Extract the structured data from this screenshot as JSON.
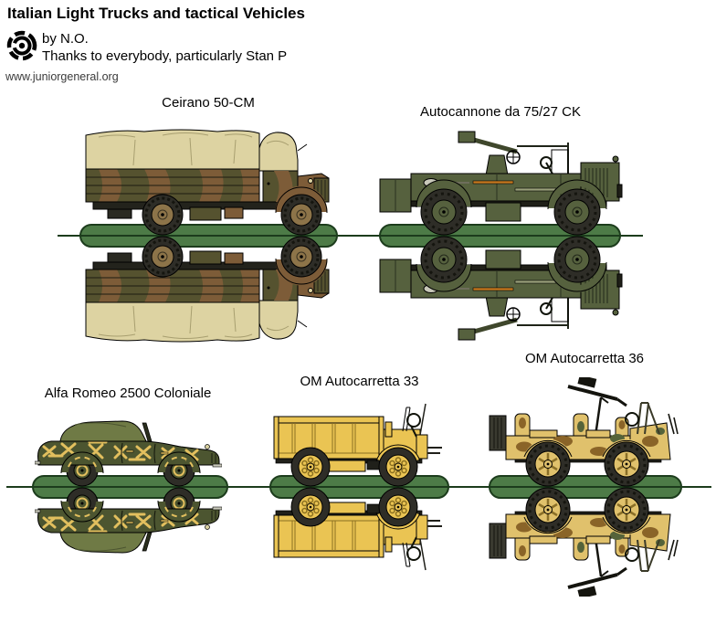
{
  "header": {
    "title": "Italian Light Trucks and tactical Vehicles",
    "byline": "by N.O.",
    "thanks": "Thanks to everybody, particularly Stan P",
    "website": "www.juniorgeneral.org",
    "logo_icon": "junior-general-target-logo"
  },
  "sheet": {
    "description": "Paper-miniature sheet: each vehicle drawn with mirrored fold-over copy on a green stand",
    "units": [
      {
        "id": "ceirano-50cm",
        "label": "Ceirano 50-CM"
      },
      {
        "id": "autocannone-da-75-27-ck",
        "label": "Autocannone da 75/27 CK"
      },
      {
        "id": "alfa-romeo-2500-coloniale",
        "label": "Alfa Romeo 2500 Coloniale"
      },
      {
        "id": "om-autocarretta-33",
        "label": "OM Autocarretta 33"
      },
      {
        "id": "om-autocarretta-36",
        "label": "OM Autocarretta 36"
      }
    ]
  },
  "colors": {
    "base-green": "#4d7b47",
    "base-line": "#1c3c1c",
    "canvas-tan": "#ddd3a2",
    "canvas-shade": "#a89f70",
    "camo-olive": "#55522f",
    "camo-brown": "#7d5c38",
    "auto-olive": "#56613e",
    "auto-olive-dark": "#3f472c",
    "alfa-olive": "#4c5530",
    "alfa-roof": "#6f7a45",
    "alfa-tan": "#e2bf5e",
    "om-yellow": "#eac453",
    "om-yellow-dark": "#8a6f20",
    "om36-tan": "#e0c16c",
    "om36-brown": "#8a6428",
    "om36-green": "#55633a",
    "tire": "#2e2d27",
    "hub-brown": "#8d7449",
    "steel-gray": "#c9c9ba",
    "tool-orange": "#c87a20",
    "ink": "#000000"
  }
}
